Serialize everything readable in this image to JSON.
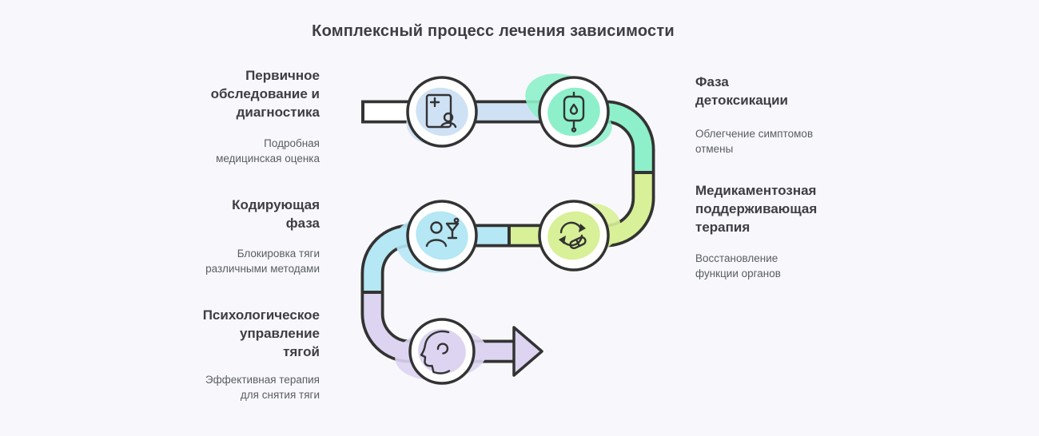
{
  "title": "Комплексный процесс лечения зависимости",
  "colors": {
    "background": "#f8f8fc",
    "outline": "#333333",
    "white": "#ffffff",
    "blue": "#cfe1f4",
    "teal": "#8df0ca",
    "cyan": "#b5e7f4",
    "lime": "#d8f097",
    "lavender": "#ddd4f1"
  },
  "left_items": [
    {
      "heading": "Первичное\nобследование и\nдиагностика",
      "description": "Подробная\nмедицинская оценка"
    },
    {
      "heading": "Кодирующая\nфаза",
      "description": "Блокировка тяги\nразличными методами"
    },
    {
      "heading": "Психологическое\nуправление\nтягой",
      "description": "Эффективная терапия\nдля снятия тяги"
    }
  ],
  "right_items": [
    {
      "heading": "Фаза\nдетоксикации",
      "description": "Облегчение симптомов\nотмены"
    },
    {
      "heading": "Медикаментозная\nподдерживающая\nтерапия",
      "description": "Восстановление\nфункции органов"
    }
  ],
  "nodes": [
    {
      "id": "assessment",
      "icon": "medical-record-icon",
      "color": "#cfe1f4"
    },
    {
      "id": "detox",
      "icon": "iv-drip-icon",
      "color": "#8df0ca"
    },
    {
      "id": "coding",
      "icon": "person-glass-icon",
      "color": "#b5e7f4"
    },
    {
      "id": "medication",
      "icon": "pills-refresh-icon",
      "color": "#d8f097"
    },
    {
      "id": "psychology",
      "icon": "head-profile-icon",
      "color": "#ddd4f1"
    }
  ]
}
